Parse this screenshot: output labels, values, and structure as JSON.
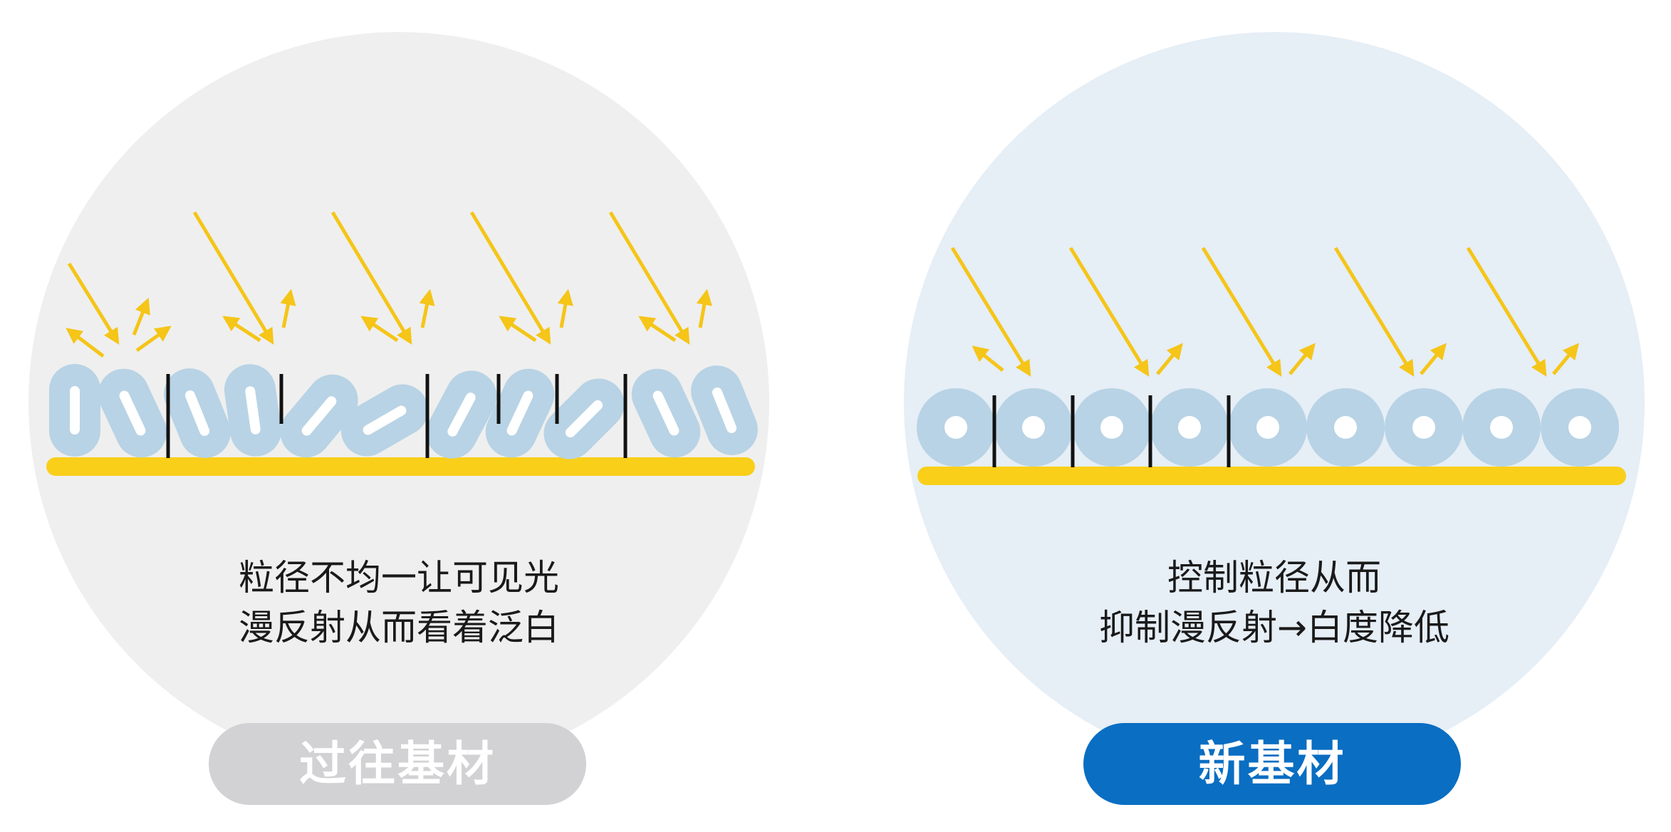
{
  "colors": {
    "left_background": "#efefef",
    "right_background": "#e6eef6",
    "particle": "#b8d3e5",
    "light_arrow": "#f5c518",
    "substrate": "#f9cf1a",
    "gap_line": "#111111",
    "old_label_bg": "#d2d2d4",
    "new_label_bg": "#0a6ec2"
  },
  "left": {
    "caption_line1": "粒径不均一让可见光",
    "caption_line2": "漫反射从而看着泛白",
    "label": "过往基材"
  },
  "right": {
    "caption_line1": "控制粒径从而",
    "caption_line2": "抑制漫反射→白度降低",
    "label": "新基材"
  }
}
